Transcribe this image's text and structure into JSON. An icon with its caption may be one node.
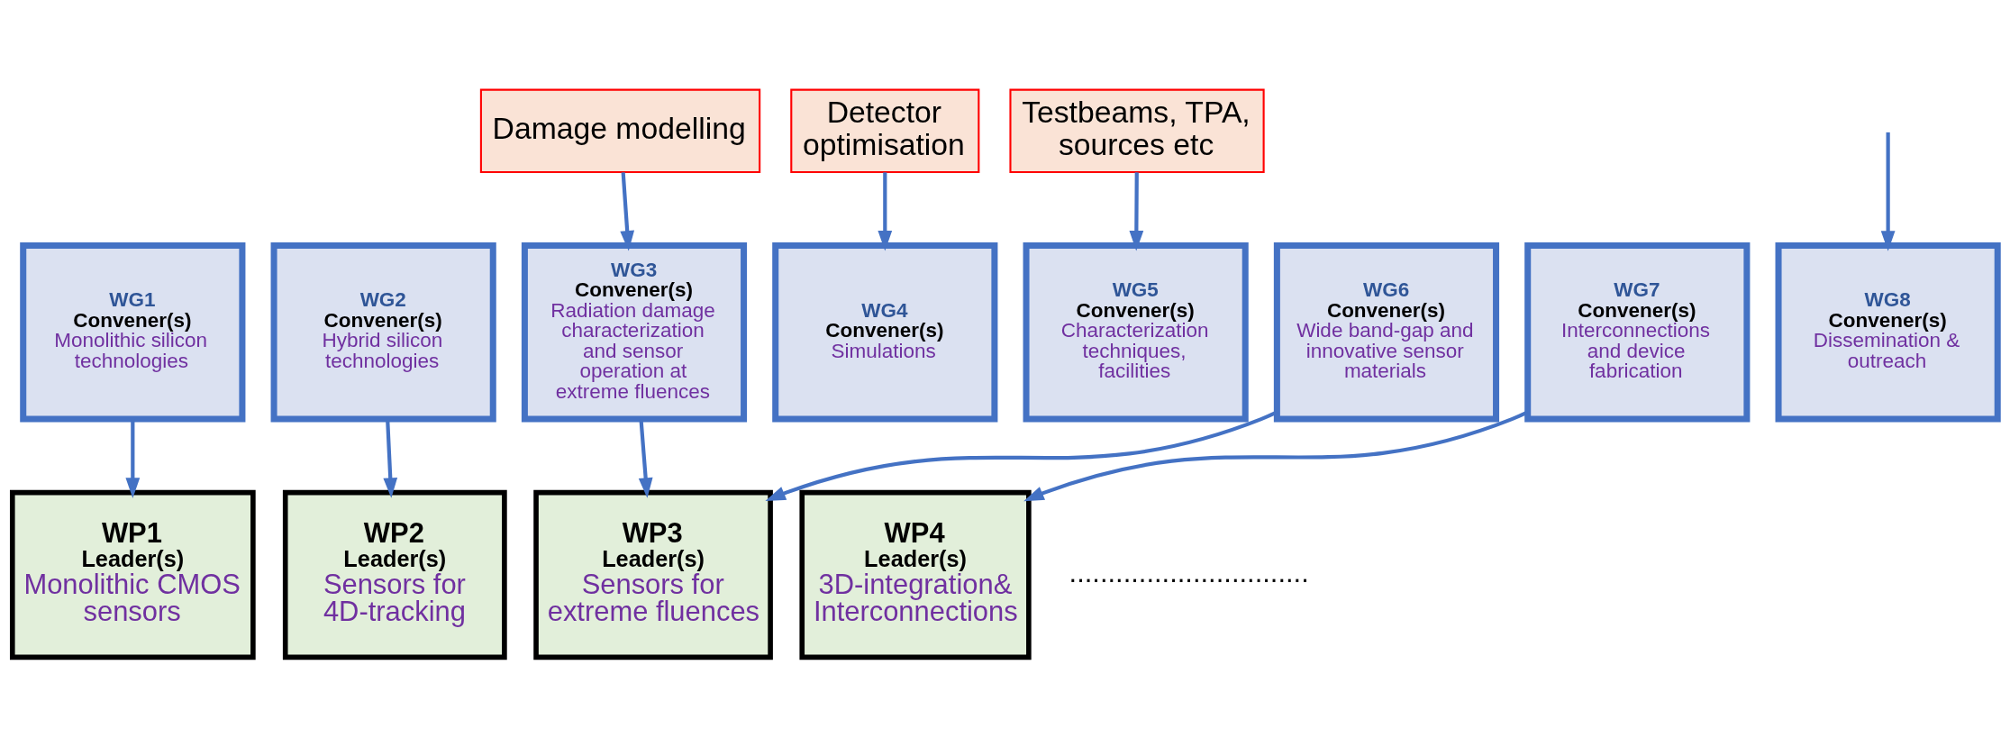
{
  "diagram": {
    "nodes": [
      {
        "text": [
          "Damage modelling"
        ]
      },
      {
        "text": [
          "Detector optimisation"
        ]
      },
      {
        "text": [
          "Testbeams, TPA, sources etc"
        ]
      },
      {
        "text": [
          "WG1",
          "Convener(s)",
          "Monolithic silicon technologies"
        ]
      },
      {
        "text": [
          "WG2",
          "Convener(s)",
          "Hybrid silicon technologies"
        ]
      },
      {
        "text": [
          "WG3",
          "Convener(s)",
          "Radiation damage characterization and sensor operation at extreme fluences"
        ]
      },
      {
        "text": [
          "WG4",
          "Convener(s)",
          "Simulations"
        ]
      },
      {
        "text": [
          "WG5",
          "Convener(s)",
          "Characterization techniques, facilities"
        ]
      },
      {
        "text": [
          "WG6",
          "Convener(s)",
          "Wide band-gap and innovative sensor materials"
        ]
      },
      {
        "text": [
          "WG7",
          "Convener(s)",
          "Interconnections and device fabrication"
        ]
      },
      {
        "text": [
          "WG8",
          "Convener(s)",
          "Dissemination & outreach"
        ]
      },
      {
        "text": [
          "WP1",
          "Leader(s)",
          "Monolithic CMOS sensors"
        ]
      },
      {
        "text": [
          "WP2",
          "Leader(s)",
          "Sensors for 4D-tracking"
        ]
      },
      {
        "text": [
          "WP3",
          "Leader(s)",
          "Sensors for extreme fluences"
        ]
      },
      {
        "text": [
          "WP4",
          "Leader(s)",
          "3D-integration& Interconnections"
        ]
      }
    ],
    "edges": [
      {
        "from": 0,
        "to": 5,
        "arrow": "to"
      },
      {
        "from": 1,
        "to": 6,
        "arrow": "to"
      },
      {
        "from": 2,
        "to": 7,
        "arrow": "to"
      },
      {
        "from": null,
        "to": 10,
        "arrow": "to"
      },
      {
        "from": 3,
        "to": 11,
        "arrow": "to"
      },
      {
        "from": 4,
        "to": 12,
        "arrow": "to"
      },
      {
        "from": 5,
        "to": 13,
        "arrow": "to"
      },
      {
        "from": 8,
        "to": 13,
        "arrow": "to"
      },
      {
        "from": 9,
        "to": 14,
        "arrow": "to"
      }
    ],
    "labels": [
      "..............................."
    ]
  }
}
